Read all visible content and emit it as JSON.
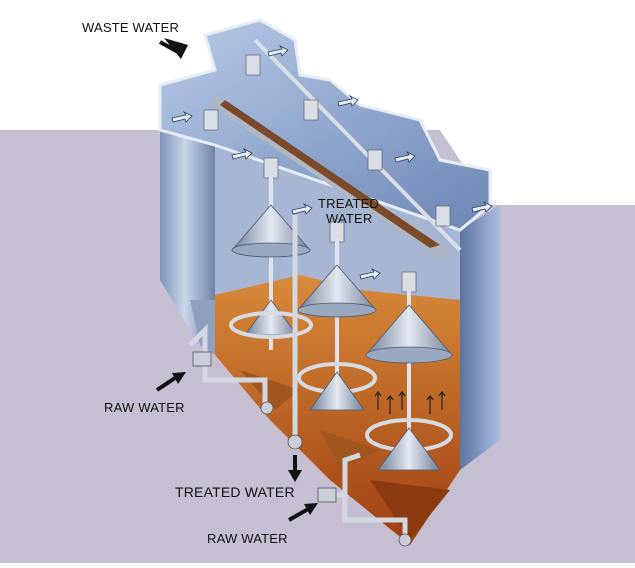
{
  "labels": {
    "waste_water": "WASTE WATER",
    "treated_water_inner_line1": "TREATED",
    "treated_water_inner_line2": "WATER",
    "raw_water_left": "RAW WATER",
    "treated_water_bottom": "TREATED WATER",
    "raw_water_bottom": "RAW WATER"
  },
  "colors": {
    "background_panel": "#c6bfd2",
    "tank_steel": "#8fa6c9",
    "tank_top": "#9fb9de",
    "sludge": "#c2601d",
    "pipe": "#d6dbe3",
    "arrow": "#111111"
  },
  "icons": {
    "flow_arrow": "arrow-icon",
    "cone_distributor": "cone-distributor-icon"
  }
}
